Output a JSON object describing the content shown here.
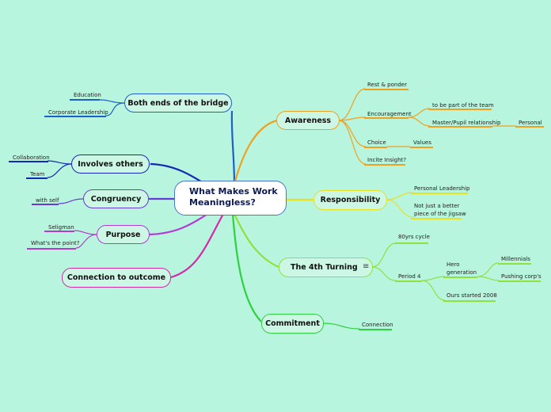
{
  "root": {
    "line1": "What Makes Work",
    "line2": "Meaningless?"
  },
  "left": {
    "both_ends": {
      "label": "Both ends of the bridge",
      "children": [
        "Education",
        "Corporate Leadership"
      ]
    },
    "involves": {
      "label": "Involves others",
      "children": [
        "Collaboration",
        "Team"
      ]
    },
    "congruency": {
      "label": "Congruency",
      "children": [
        "with self"
      ]
    },
    "purpose": {
      "label": "Purpose",
      "children": [
        "Seligman",
        "What's the point?"
      ]
    },
    "connection": {
      "label": "Connection to outcome"
    }
  },
  "right": {
    "awareness": {
      "label": "Awareness",
      "rest": "Rest & ponder",
      "encouragement": "Encouragement",
      "tobepart": "to be part of the team",
      "master": "Master/Pupil relationship",
      "personal": "Personal",
      "choice": "Choice",
      "values": "Values",
      "incite": "Incite Insight?"
    },
    "responsibility": {
      "label": "Responsibility",
      "personal_leadership": "Personal Leadership",
      "notjust1": "Not just a better",
      "notjust2": "piece of the jigsaw"
    },
    "fourth": {
      "label": "The 4th Turning",
      "cycle": "80yrs cycle",
      "period": "Period 4",
      "hero1": "Hero",
      "hero2": "generation",
      "millennials": "Millennials",
      "pushing": "Pushing corp's",
      "ours": "Ours started 2008"
    },
    "commitment": {
      "label": "Commitment",
      "connection": "Connection"
    }
  },
  "menu_glyph": "≡",
  "colors": {
    "background": "#b8f5de",
    "both_ends": "#1e5fc8",
    "involves": "#1428b4",
    "congruency": "#6a3ad4",
    "purpose": "#b43ad4",
    "connection": "#d42aa8",
    "awareness": "#f0a020",
    "responsibility": "#e8e020",
    "fourth": "#90e040",
    "commitment": "#30d040"
  }
}
